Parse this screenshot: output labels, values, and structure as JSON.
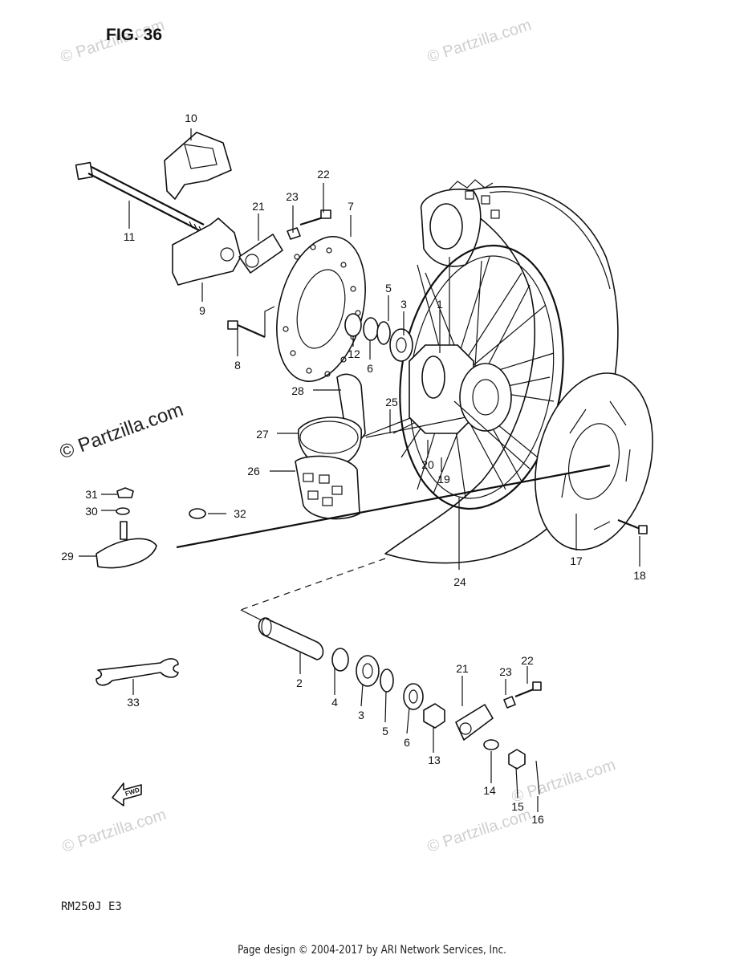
{
  "figure": {
    "title": "FIG. 36",
    "model_code": "RM250J  E3"
  },
  "watermarks": [
    "© Partzilla.com",
    "© Partzilla.com",
    "© Partzilla.com",
    "© Partzilla.com",
    "© Partzilla.com",
    "© Partzilla.com"
  ],
  "callouts": [
    "1",
    "2",
    "3",
    "4",
    "5",
    "6",
    "7",
    "8",
    "9",
    "10",
    "11",
    "12",
    "13",
    "14",
    "15",
    "16",
    "17",
    "18",
    "19",
    "20",
    "21",
    "22",
    "23",
    "24",
    "25",
    "26",
    "27",
    "28",
    "29",
    "30",
    "31",
    "32",
    "33",
    "3",
    "5",
    "6",
    "21",
    "22",
    "23"
  ],
  "direction_arrow": "FWD",
  "footer": {
    "text": "Page design © 2004-2017 by ARI Network Services, Inc."
  }
}
